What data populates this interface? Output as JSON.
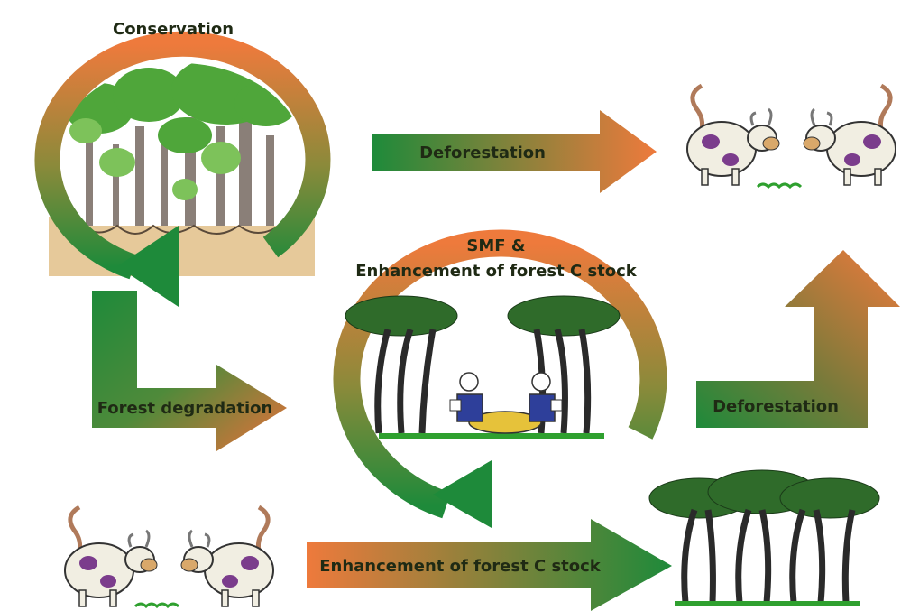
{
  "labels": {
    "conservation": "Conservation",
    "deforestation_top": "Deforestation",
    "smf_line1": "SMF &",
    "smf_line2": "Enhancement of forest C stock",
    "forest_degradation": "Forest degradation",
    "deforestation_right": "Deforestation",
    "enhancement_bottom": "Enhancement of forest C stock"
  },
  "colors": {
    "arrow_green": "#1e8a3a",
    "arrow_orange": "#ee7a3c",
    "ground": "#e6c99a",
    "tree_canopy": "#4fa63a",
    "tree_canopy_light": "#7dc25a",
    "trunk": "#8a7f78",
    "acacia_canopy": "#2f6b2a",
    "cow_body": "#f1eee2",
    "cow_spot": "#7b3c8c",
    "grass": "#2fa02f"
  }
}
